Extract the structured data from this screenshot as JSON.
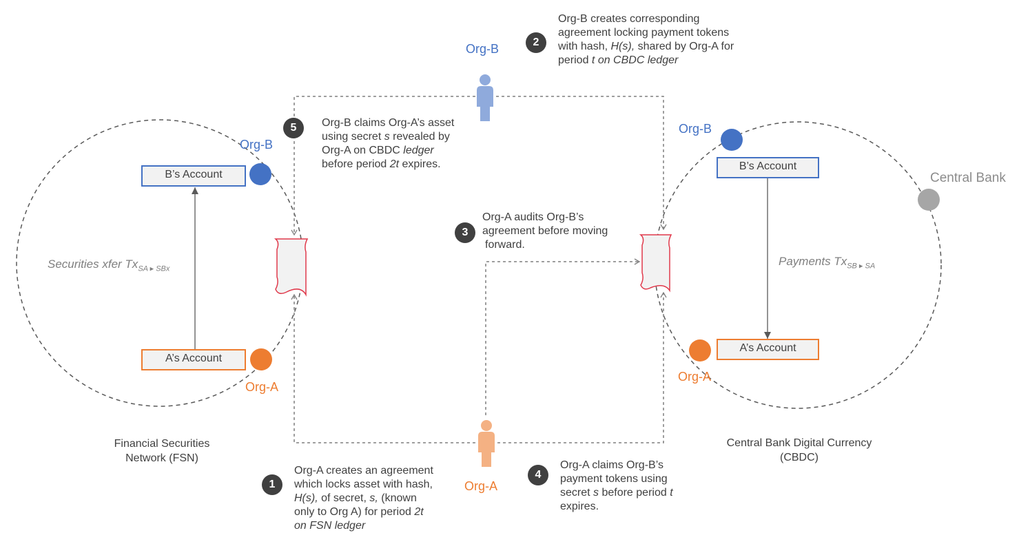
{
  "networks": {
    "fsn": {
      "name_line1": "Financial Securities",
      "name_line2": "Network (FSN)"
    },
    "cbdc": {
      "name_line1": "Central Bank Digital Currency",
      "name_line2": "(CBDC)"
    }
  },
  "orgs": {
    "org_b": "Org-B",
    "org_a": "Org-A",
    "central_bank": "Central Bank"
  },
  "accounts": {
    "b_account": "B’s Account",
    "a_account": "A’s Account"
  },
  "transfers": {
    "securities": {
      "label": "Securities xfer Tx",
      "subscript": "SA ▸ SBx"
    },
    "payments": {
      "label": "Payments Tx",
      "subscript": "SB ▸ SA"
    }
  },
  "steps": [
    {
      "number": "1",
      "parts": [
        "Org-A creates an agreement",
        "which locks asset with hash,",
        "H(s),",
        " of secret, ",
        "s,",
        " (known",
        "only to Org A) for period ",
        "2t",
        "on FSN ledger"
      ]
    },
    {
      "number": "2",
      "parts": [
        "Org-B creates corresponding",
        "agreement locking payment tokens",
        "with hash, ",
        "H(s),",
        " shared by Org-A for",
        "period ",
        "t on CBDC ledger"
      ]
    },
    {
      "number": "3",
      "parts": [
        "Org-A audits Org-B’s",
        "agreement before moving",
        "forward."
      ]
    },
    {
      "number": "4",
      "parts": [
        "Org-A claims Org-B’s",
        "payment tokens using",
        "secret ",
        "s",
        " before period ",
        "t",
        "expires."
      ]
    },
    {
      "number": "5",
      "parts": [
        "Org-B claims Org-A’s asset",
        "using secret ",
        "s",
        " revealed by",
        "Org-A on CBDC ",
        "ledger",
        "before period ",
        "2t",
        " expires."
      ]
    }
  ],
  "colors": {
    "org_b": "#4472c4",
    "org_b_person": "#8faadc",
    "org_a": "#ed7d31",
    "org_a_person": "#f4b183",
    "central_bank": "#a6a6a6",
    "ledger_border": "#e0394b",
    "text": "#404040"
  },
  "icons": [
    "person-icon",
    "ledger-scroll-icon",
    "org-node-circle"
  ]
}
